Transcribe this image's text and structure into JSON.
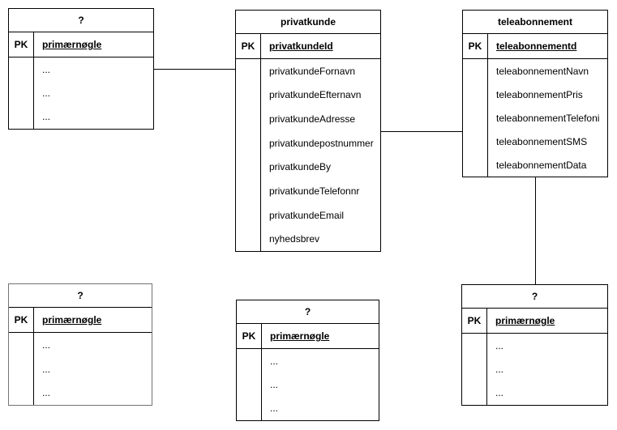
{
  "canvas": {
    "background_color": "#ffffff",
    "line_color": "#000000",
    "gray_border_color": "#737373"
  },
  "entities": [
    {
      "id": "unknown-top-left",
      "title": "?",
      "pk_label": "PK",
      "pk_field": "primærnøgle",
      "fields": [
        "...",
        "...",
        "..."
      ],
      "border_color": "#000000"
    },
    {
      "id": "privatkunde",
      "title": "privatkunde",
      "pk_label": "PK",
      "pk_field": "privatkundeId",
      "fields": [
        "privatkundeFornavn",
        "privatkundeEfternavn",
        "privatkundeAdresse",
        "privatkundepostnummer",
        "privatkundeBy",
        "privatkundeTelefonnr",
        "privatkundeEmail",
        "nyhedsbrev"
      ],
      "border_color": "#000000"
    },
    {
      "id": "teleabonnement",
      "title": "teleabonnement",
      "pk_label": "PK",
      "pk_field": "teleabonnementd",
      "fields": [
        "teleabonnementNavn",
        "teleabonnementPris",
        "teleabonnementTelefoni",
        "teleabonnementSMS",
        "teleabonnementData"
      ],
      "border_color": "#000000"
    },
    {
      "id": "unknown-bottom-left",
      "title": "?",
      "pk_label": "PK",
      "pk_field": "primærnøgle",
      "fields": [
        "...",
        "...",
        "..."
      ],
      "border_color": "#737373"
    },
    {
      "id": "unknown-bottom-middle",
      "title": "?",
      "pk_label": "PK",
      "pk_field": "primærnøgle",
      "fields": [
        "...",
        "...",
        "..."
      ],
      "border_color": "#000000"
    },
    {
      "id": "unknown-bottom-right",
      "title": "?",
      "pk_label": "PK",
      "pk_field": "primærnøgle",
      "fields": [
        "...",
        "...",
        "..."
      ],
      "border_color": "#000000"
    }
  ],
  "connectors": [
    {
      "from": "unknown-top-left",
      "to": "privatkunde",
      "orientation": "horizontal"
    },
    {
      "from": "privatkunde",
      "to": "teleabonnement",
      "orientation": "horizontal"
    },
    {
      "from": "teleabonnement",
      "to": "unknown-bottom-right",
      "orientation": "vertical"
    }
  ]
}
